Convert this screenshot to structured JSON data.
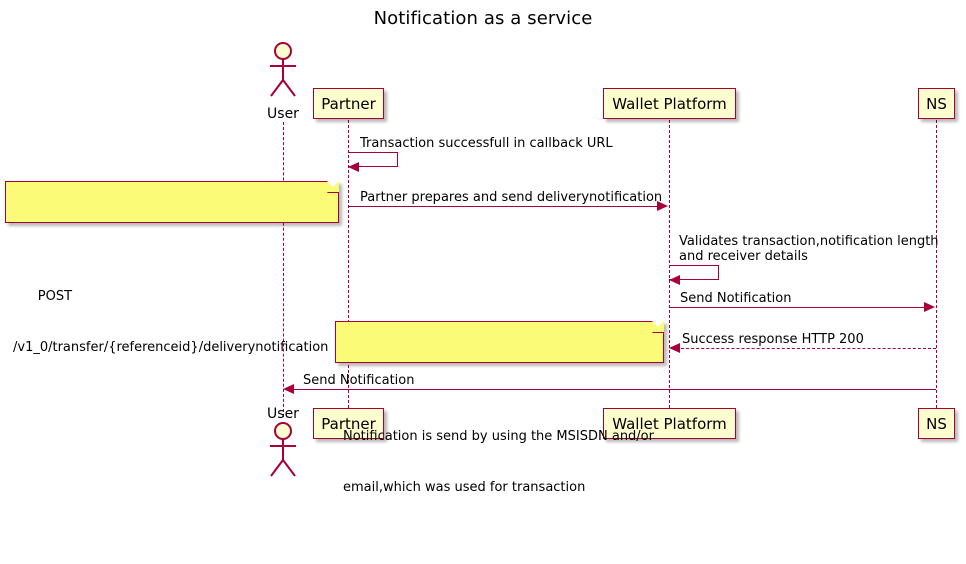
{
  "diagram": {
    "title": "Notification as a service",
    "type": "sequence-diagram",
    "colors": {
      "line": "#A80036",
      "participant_fill": "#FEFECE",
      "note_fill": "#FBFB77",
      "background": "#FFFFFF",
      "text": "#000000"
    }
  },
  "participants": [
    {
      "id": "user",
      "label": "User",
      "kind": "actor"
    },
    {
      "id": "partner",
      "label": "Partner",
      "kind": "participant"
    },
    {
      "id": "wallet",
      "label": "Wallet Platform",
      "kind": "participant"
    },
    {
      "id": "ns",
      "label": "NS",
      "kind": "participant"
    }
  ],
  "messages": [
    {
      "id": "m1",
      "label": "Transaction successfull in callback URL",
      "from": "partner",
      "to": "partner",
      "style": "solid",
      "self": true
    },
    {
      "id": "m2",
      "label": "Partner prepares and send deliverynotification",
      "from": "partner",
      "to": "wallet",
      "style": "solid",
      "self": false
    },
    {
      "id": "m3",
      "label_line1": "Validates transaction,notification length",
      "label_line2": " and receiver details",
      "from": "wallet",
      "to": "wallet",
      "style": "solid",
      "self": true
    },
    {
      "id": "m4",
      "label": "Send Notification",
      "from": "wallet",
      "to": "ns",
      "style": "solid",
      "self": false
    },
    {
      "id": "m5",
      "label": "Success response HTTP 200",
      "from": "ns",
      "to": "wallet",
      "style": "dotted",
      "self": false
    },
    {
      "id": "m6",
      "label": "Send Notification",
      "from": "ns",
      "to": "user",
      "style": "solid",
      "self": false
    }
  ],
  "notes": [
    {
      "id": "note-post",
      "line1": "      POST",
      "line2": "/v1_0/transfer/{referenceid}/deliverynotification",
      "attached_to": "partner",
      "position": "left"
    },
    {
      "id": "note-msisdn",
      "line1": "Notification is send by using the MSISDN and/or",
      "line2": "email,which was used for transaction",
      "attached_to": "ns",
      "position": "left"
    }
  ]
}
